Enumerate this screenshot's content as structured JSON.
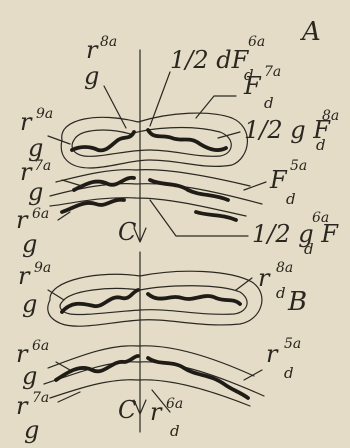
{
  "figure": {
    "panel_a": {
      "letter": "A",
      "labels": {
        "r8a": {
          "main": "r",
          "sup": "8a",
          "sub": "g"
        },
        "halfdF6a": {
          "main": "1/2 dF",
          "sup": "6a",
          "sub": "d"
        },
        "F7a": {
          "main": "F",
          "sup": "7a",
          "sub": "d"
        },
        "r9a": {
          "main": "r",
          "sup": "9a",
          "sub": "g"
        },
        "halfgF8a": {
          "main": "1/2 g F",
          "sup": "8a",
          "sub": "d"
        },
        "r7a": {
          "main": "r",
          "sup": "7a",
          "sub": "g"
        },
        "F5a": {
          "main": "F",
          "sup": "5a",
          "sub": "d"
        },
        "r6a": {
          "main": "r",
          "sup": "6a",
          "sub": "g"
        },
        "halfgF6a": {
          "main": "1/2 g F",
          "sup": "6a",
          "sub": "d"
        },
        "c": "C"
      }
    },
    "panel_b": {
      "letter": "B",
      "labels": {
        "r9a": {
          "main": "r",
          "sup": "9a",
          "sub": "g"
        },
        "r8ad": {
          "main": "r",
          "sup": "8a",
          "sub": "d"
        },
        "r6a": {
          "main": "r",
          "sup": "6a",
          "sub": "g"
        },
        "r5ad": {
          "main": "r",
          "sup": "5a",
          "sub": "d"
        },
        "r7a": {
          "main": "r",
          "sup": "7a",
          "sub": "g"
        },
        "r6ad": {
          "main": "r",
          "sup": "6a",
          "sub": "d"
        },
        "c": "C"
      }
    }
  }
}
